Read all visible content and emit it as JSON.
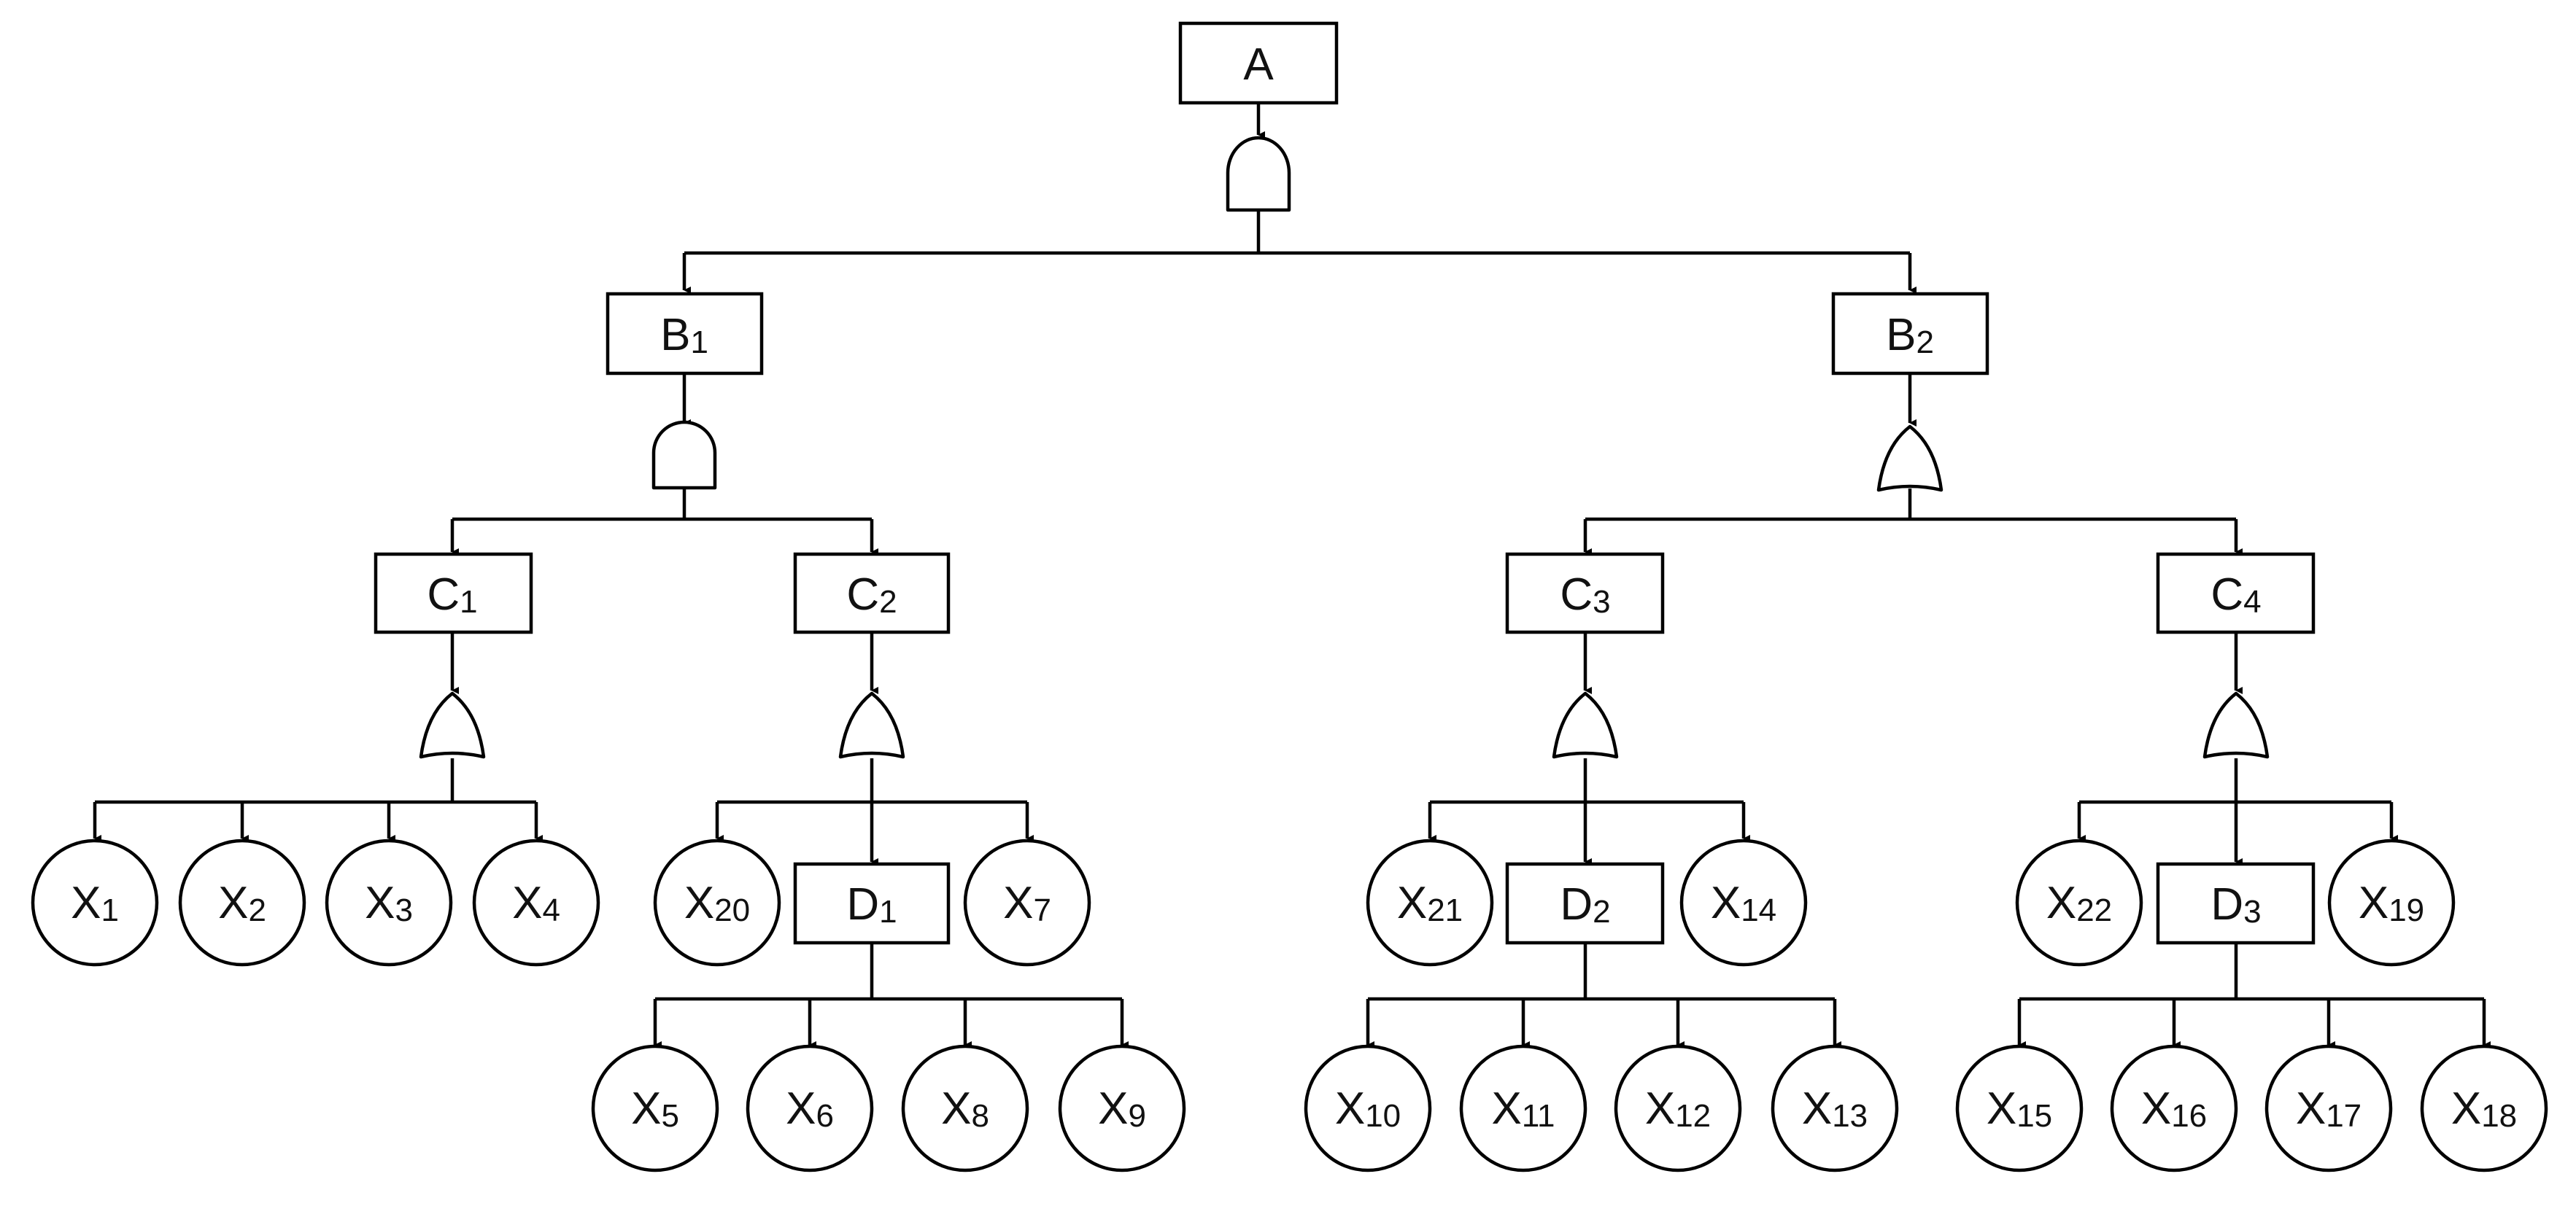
{
  "events": {
    "A": {
      "main": "A",
      "sub": ""
    },
    "B1": {
      "main": "B",
      "sub": "1"
    },
    "B2": {
      "main": "B",
      "sub": "2"
    },
    "C1": {
      "main": "C",
      "sub": "1"
    },
    "C2": {
      "main": "C",
      "sub": "2"
    },
    "C3": {
      "main": "C",
      "sub": "3"
    },
    "C4": {
      "main": "C",
      "sub": "4"
    },
    "D1": {
      "main": "D",
      "sub": "1"
    },
    "D2": {
      "main": "D",
      "sub": "2"
    },
    "D3": {
      "main": "D",
      "sub": "3"
    }
  },
  "basic_events": {
    "X1": {
      "main": "X",
      "sub": "1"
    },
    "X2": {
      "main": "X",
      "sub": "2"
    },
    "X3": {
      "main": "X",
      "sub": "3"
    },
    "X4": {
      "main": "X",
      "sub": "4"
    },
    "X5": {
      "main": "X",
      "sub": "5"
    },
    "X6": {
      "main": "X",
      "sub": "6"
    },
    "X7": {
      "main": "X",
      "sub": "7"
    },
    "X8": {
      "main": "X",
      "sub": "8"
    },
    "X9": {
      "main": "X",
      "sub": "9"
    },
    "X10": {
      "main": "X",
      "sub": "10"
    },
    "X11": {
      "main": "X",
      "sub": "11"
    },
    "X12": {
      "main": "X",
      "sub": "12"
    },
    "X13": {
      "main": "X",
      "sub": "13"
    },
    "X14": {
      "main": "X",
      "sub": "14"
    },
    "X15": {
      "main": "X",
      "sub": "15"
    },
    "X16": {
      "main": "X",
      "sub": "16"
    },
    "X17": {
      "main": "X",
      "sub": "17"
    },
    "X18": {
      "main": "X",
      "sub": "18"
    },
    "X19": {
      "main": "X",
      "sub": "19"
    },
    "X20": {
      "main": "X",
      "sub": "20"
    },
    "X21": {
      "main": "X",
      "sub": "21"
    },
    "X22": {
      "main": "X",
      "sub": "22"
    }
  },
  "gates": {
    "A": "and",
    "B1": "and",
    "B2": "or",
    "C1": "or",
    "C2": "or",
    "C3": "or",
    "C4": "or"
  },
  "colors": {
    "stroke": "#000000",
    "text": "#111111",
    "background": "#ffffff"
  }
}
